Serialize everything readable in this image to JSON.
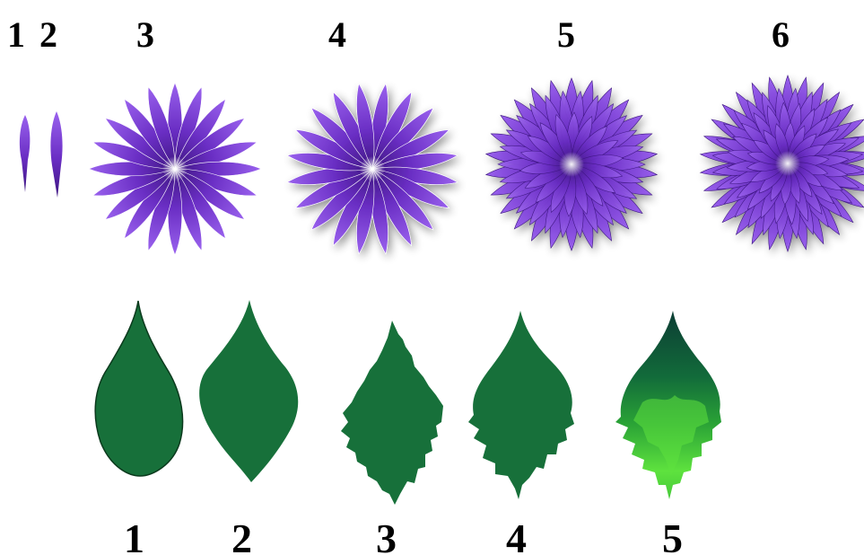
{
  "flower_steps": {
    "labels": [
      "1",
      "2",
      "3",
      "4",
      "5",
      "6"
    ],
    "colors": {
      "petal_light": "#8a4ee0",
      "petal_mid": "#6a2ec4",
      "petal_dark": "#3d1680",
      "center": "#e8ddf8"
    }
  },
  "leaf_steps": {
    "labels": [
      "1",
      "2",
      "3",
      "4",
      "5"
    ],
    "colors": {
      "leaf": "#17703a",
      "leaf_outline": "#0b3a1d",
      "leaf_top": "#0c3d34",
      "leaf_mid": "#1f8a34",
      "leaf_light": "#5ee23e"
    }
  }
}
